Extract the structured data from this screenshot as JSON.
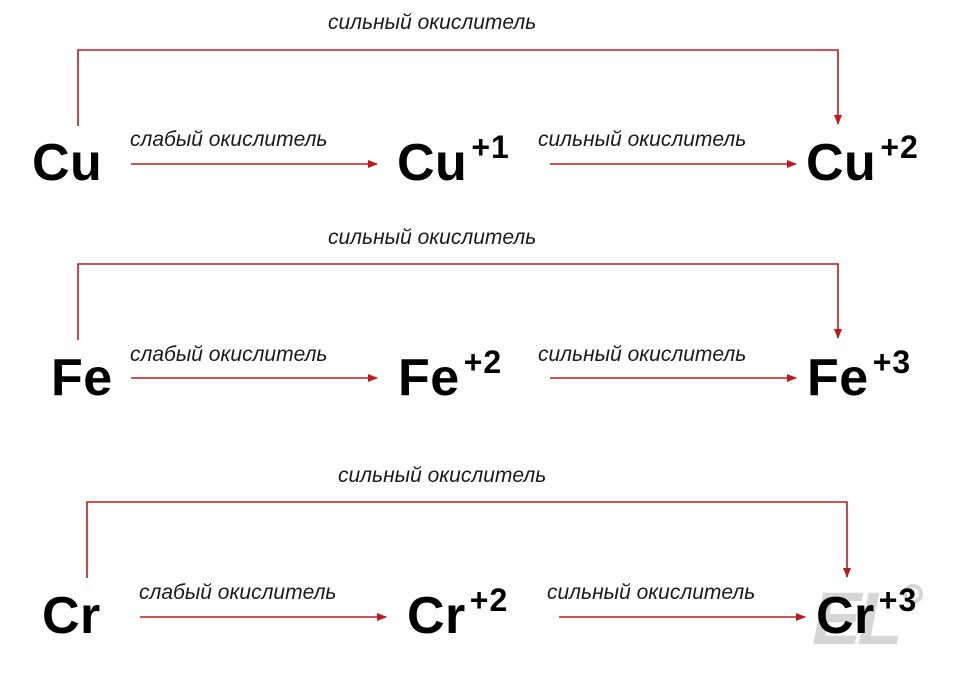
{
  "colors": {
    "arrow": "#c0181c",
    "text": "#000000",
    "watermark": "#d6d6d6"
  },
  "rows": [
    {
      "top_label": "сильный окислитель",
      "weak_label": "слабый окислитель",
      "strong_label": "сильный окислитель",
      "species": [
        {
          "symbol": "Cu",
          "charge": ""
        },
        {
          "symbol": "Cu",
          "charge": "+1"
        },
        {
          "symbol": "Cu",
          "charge": "+2"
        }
      ]
    },
    {
      "top_label": "сильный окислитель",
      "weak_label": "слабый окислитель",
      "strong_label": "сильный окислитель",
      "species": [
        {
          "symbol": "Fe",
          "charge": ""
        },
        {
          "symbol": "Fe",
          "charge": "+2"
        },
        {
          "symbol": "Fe",
          "charge": "+3"
        }
      ]
    },
    {
      "top_label": "сильный окислитель",
      "weak_label": "слабый окислитель",
      "strong_label": "сильный окислитель",
      "species": [
        {
          "symbol": "Cr",
          "charge": ""
        },
        {
          "symbol": "Cr",
          "charge": "+2"
        },
        {
          "symbol": "Cr",
          "charge": "+3"
        }
      ]
    }
  ],
  "watermark": "EL"
}
